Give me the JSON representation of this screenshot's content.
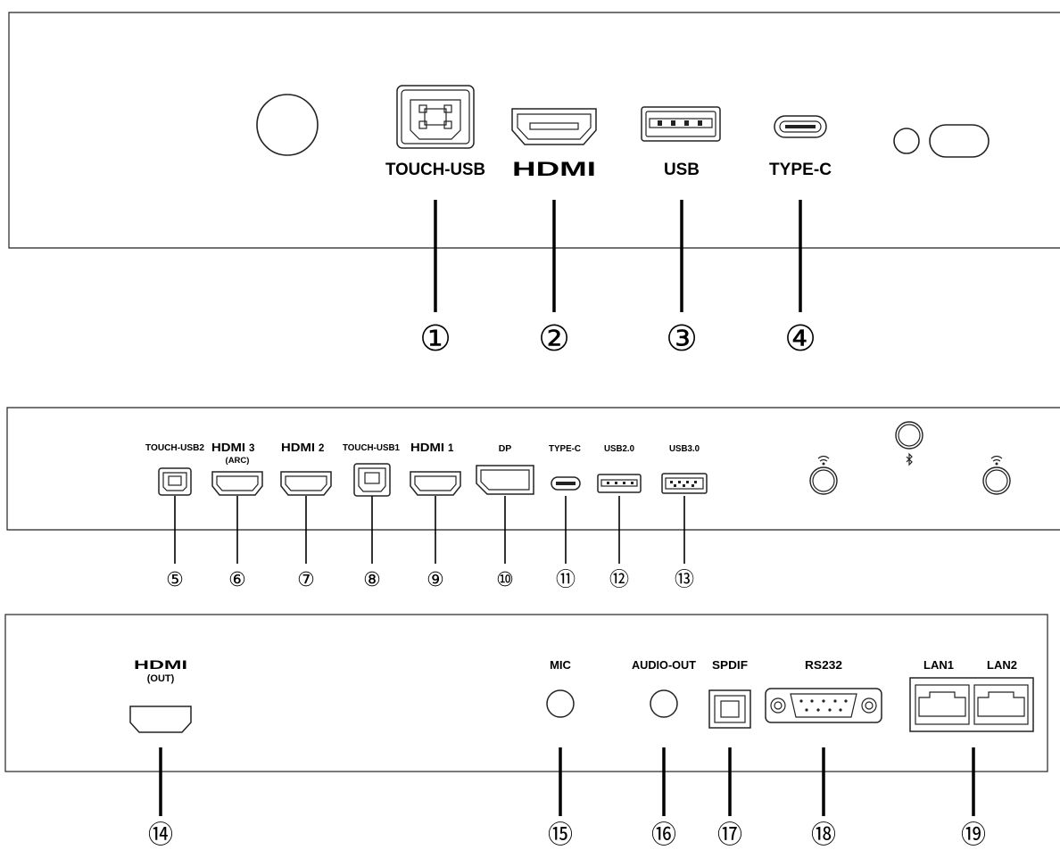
{
  "panel_top": {
    "labels": {
      "touch_usb": "TOUCH-USB",
      "hdmi": "HDMI",
      "usb": "USB",
      "type_c": "TYPE-C"
    },
    "callouts": [
      "①",
      "②",
      "③",
      "④"
    ]
  },
  "panel_middle": {
    "labels": {
      "touch_usb2": "TOUCH-USB2",
      "hdmi3_brand": "HDMI",
      "hdmi3_num": "3",
      "hdmi3_arc": "(ARC)",
      "hdmi2_brand": "HDMI",
      "hdmi2_num": "2",
      "touch_usb1": "TOUCH-USB1",
      "hdmi1_brand": "HDMI",
      "hdmi1_num": "1",
      "dp": "DP",
      "type_c": "TYPE-C",
      "usb20": "USB2.0",
      "usb30": "USB3.0"
    },
    "callouts": [
      "⑤",
      "⑥",
      "⑦",
      "⑧",
      "⑨",
      "⑩",
      "⑪",
      "⑫",
      "⑬"
    ],
    "icons": [
      "wifi-icon",
      "bluetooth-icon",
      "wifi-icon"
    ]
  },
  "panel_bottom": {
    "labels": {
      "hdmi_out_brand": "HDMI",
      "hdmi_out_sub": "(OUT)",
      "mic": "MIC",
      "audio_out": "AUDIO-OUT",
      "spdif": "SPDIF",
      "rs232": "RS232",
      "lan1": "LAN1",
      "lan2": "LAN2"
    },
    "callouts": [
      "⑭",
      "⑮",
      "⑯",
      "⑰",
      "⑱",
      "⑲"
    ]
  }
}
